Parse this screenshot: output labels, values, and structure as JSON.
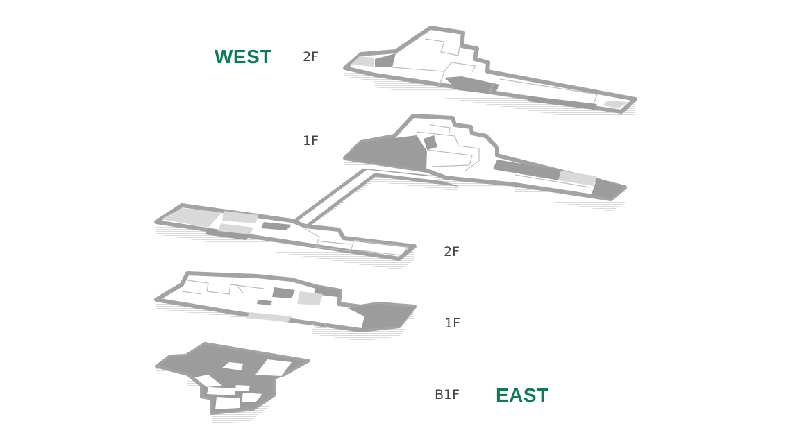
{
  "buildings": {
    "west": {
      "label": "WEST"
    },
    "east": {
      "label": "EAST"
    }
  },
  "floors": {
    "west_2f": {
      "label": "2F"
    },
    "west_1f": {
      "label": "1F"
    },
    "east_2f": {
      "label": "2F"
    },
    "east_1f": {
      "label": "1F"
    },
    "east_b1f": {
      "label": "B1F"
    }
  },
  "colors": {
    "accent": "#0f7a5a",
    "wall": "#a3a3a3",
    "wall_dark": "#8e8e8e",
    "slab": "#ffffff",
    "room_dark": "#9c9c9c",
    "room_light": "#d9d9d9",
    "floor_label": "#444444"
  }
}
